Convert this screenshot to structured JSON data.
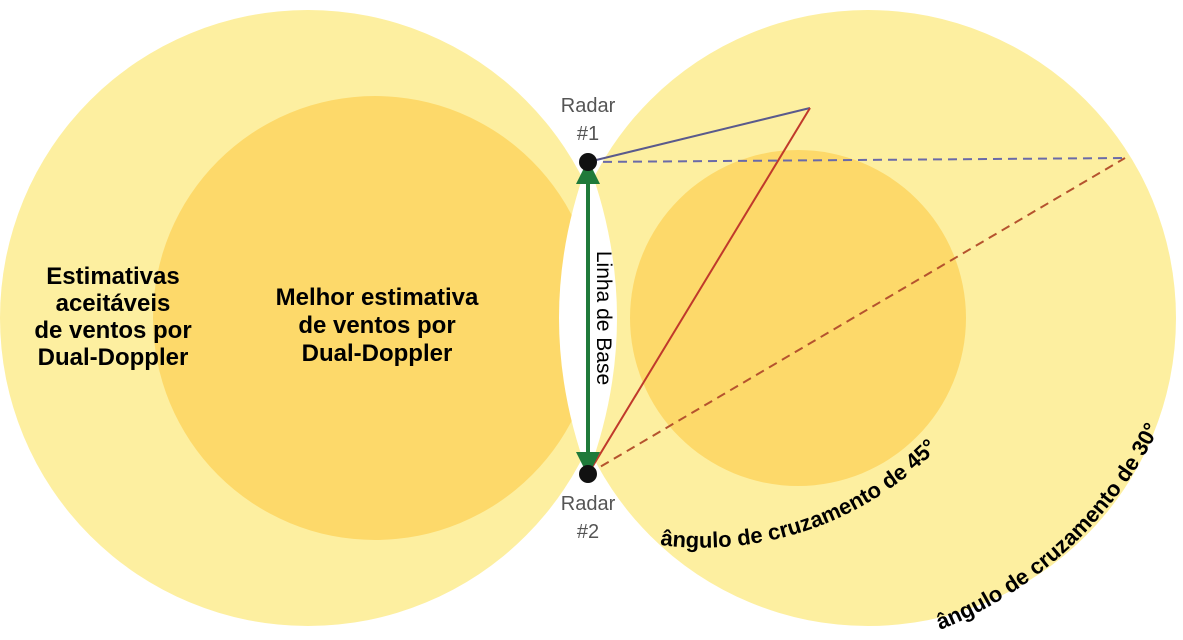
{
  "radars": {
    "r1": {
      "line1": "Radar",
      "line2": "#1"
    },
    "r2": {
      "line1": "Radar",
      "line2": "#2"
    }
  },
  "baseline": {
    "label": "Linha de Base"
  },
  "outer_region": {
    "lines": [
      "Estimativas",
      "aceitáveis",
      "de ventos por",
      "Dual-Doppler"
    ]
  },
  "inner_region": {
    "lines": [
      "Melhor estimativa",
      "de ventos por",
      "Dual-Doppler"
    ]
  },
  "angles": {
    "a45": "ângulo de cruzamento de 45°",
    "a30": "ângulo de cruzamento de 30°"
  },
  "colors": {
    "outer_fill": "#FDEFA0",
    "inner_fill": "#FDD96A",
    "baseline_arrow": "#1F7A3A",
    "solid_line_45": "#5A5A8C",
    "solid_line_red": "#C0392B",
    "dashed_line_blue": "#6A6AA8",
    "dashed_line_red": "#B5532E",
    "radar_dot": "#111111"
  }
}
